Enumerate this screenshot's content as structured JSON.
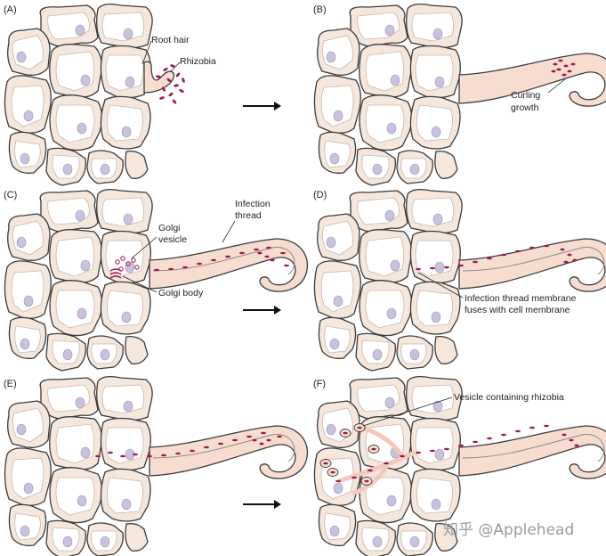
{
  "panels": {
    "a": {
      "letter": "(A)",
      "labels": {
        "root_hair": "Root hair",
        "rhizobia": "Rhizobia"
      }
    },
    "b": {
      "letter": "(B)",
      "labels": {
        "curling_line1": "Curling",
        "curling_line2": "growth"
      }
    },
    "c": {
      "letter": "(C)",
      "labels": {
        "infection_line1": "Infection",
        "infection_line2": "thread",
        "golgi_vesicle_line1": "Golgi",
        "golgi_vesicle_line2": "vesicle",
        "golgi_body": "Golgi body"
      }
    },
    "d": {
      "letter": "(D)",
      "labels": {
        "fuses_line1": "Infection thread membrane",
        "fuses_line2": "fuses with cell membrane"
      }
    },
    "e": {
      "letter": "(E)"
    },
    "f": {
      "letter": "(F)",
      "labels": {
        "vesicle_rhizobia": "Vesicle containing rhizobia"
      }
    }
  },
  "watermark": "知乎 @Applehead",
  "colors": {
    "cell_fill": "#f6e7dd",
    "cell_outline": "#3b3b3b",
    "nucleus": "#c9c2de",
    "rhizobia": "#a3164a",
    "root_hair_fill": "#f6ddd0"
  },
  "icons": {
    "sequence_arrow": "right-arrow-icon"
  }
}
